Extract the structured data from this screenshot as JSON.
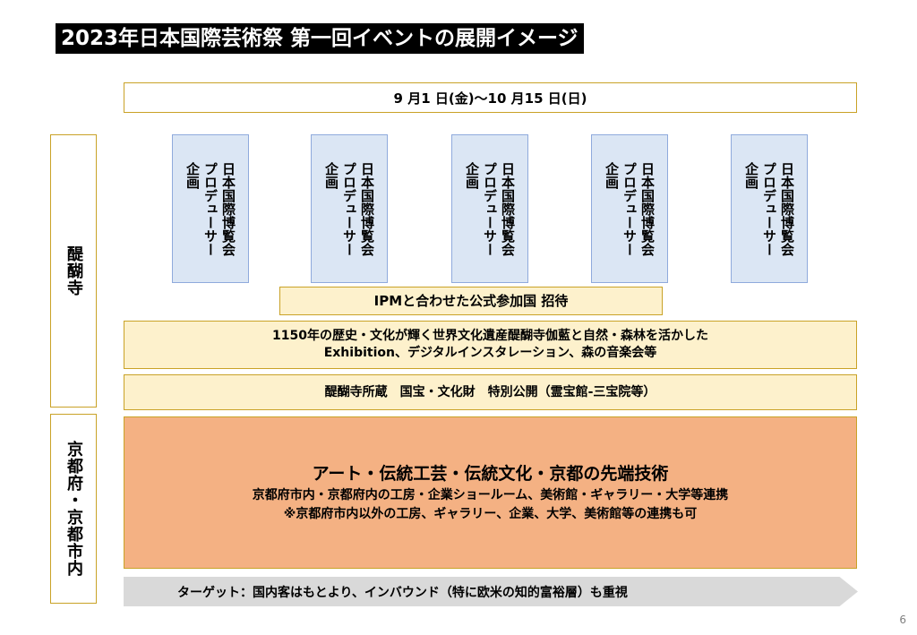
{
  "title": "2023年日本国際芸術祭 第一回イベントの展開イメージ",
  "period": "9 月1 日(金)～10 月15 日(日)",
  "side_labels": {
    "daigoji": "醍醐寺",
    "kyoto": "京都府・京都市内"
  },
  "producers": [
    "日本国際博覧会\nプロデューサー\n企画",
    "日本国際博覧会\nプロデューサー\n企画",
    "日本国際博覧会\nプロデューサー\n企画",
    "日本国際博覧会\nプロデューサー\n企画",
    "日本国際博覧会\nプロデューサー\n企画"
  ],
  "ipm_box": "IPMと合わせた公式参加国 招待",
  "heritage_box": {
    "line1": "1150年の歴史・文化が輝く世界文化遺産醍醐寺伽藍と自然・森林を活かした",
    "line2": "Exhibition、デジタルインスタレーション、森の音楽会等"
  },
  "treasure_box": "醍醐寺所蔵　国宝・文化財　特別公開（霊宝館-三宝院等）",
  "kyoto_box": {
    "line1": "アート・伝統工芸・伝統文化・京都の先端技術",
    "line2": "京都府市内・京都府内の工房・企業ショールーム、美術館・ギャラリー・大学等連携",
    "line3": "※京都府市内以外の工房、ギャラリー、企業、大学、美術館等の連携も可"
  },
  "target": "ターゲット：国内客はもとより、インバウンド（特に欧米の知的富裕層）も重視",
  "page_number": "6"
}
